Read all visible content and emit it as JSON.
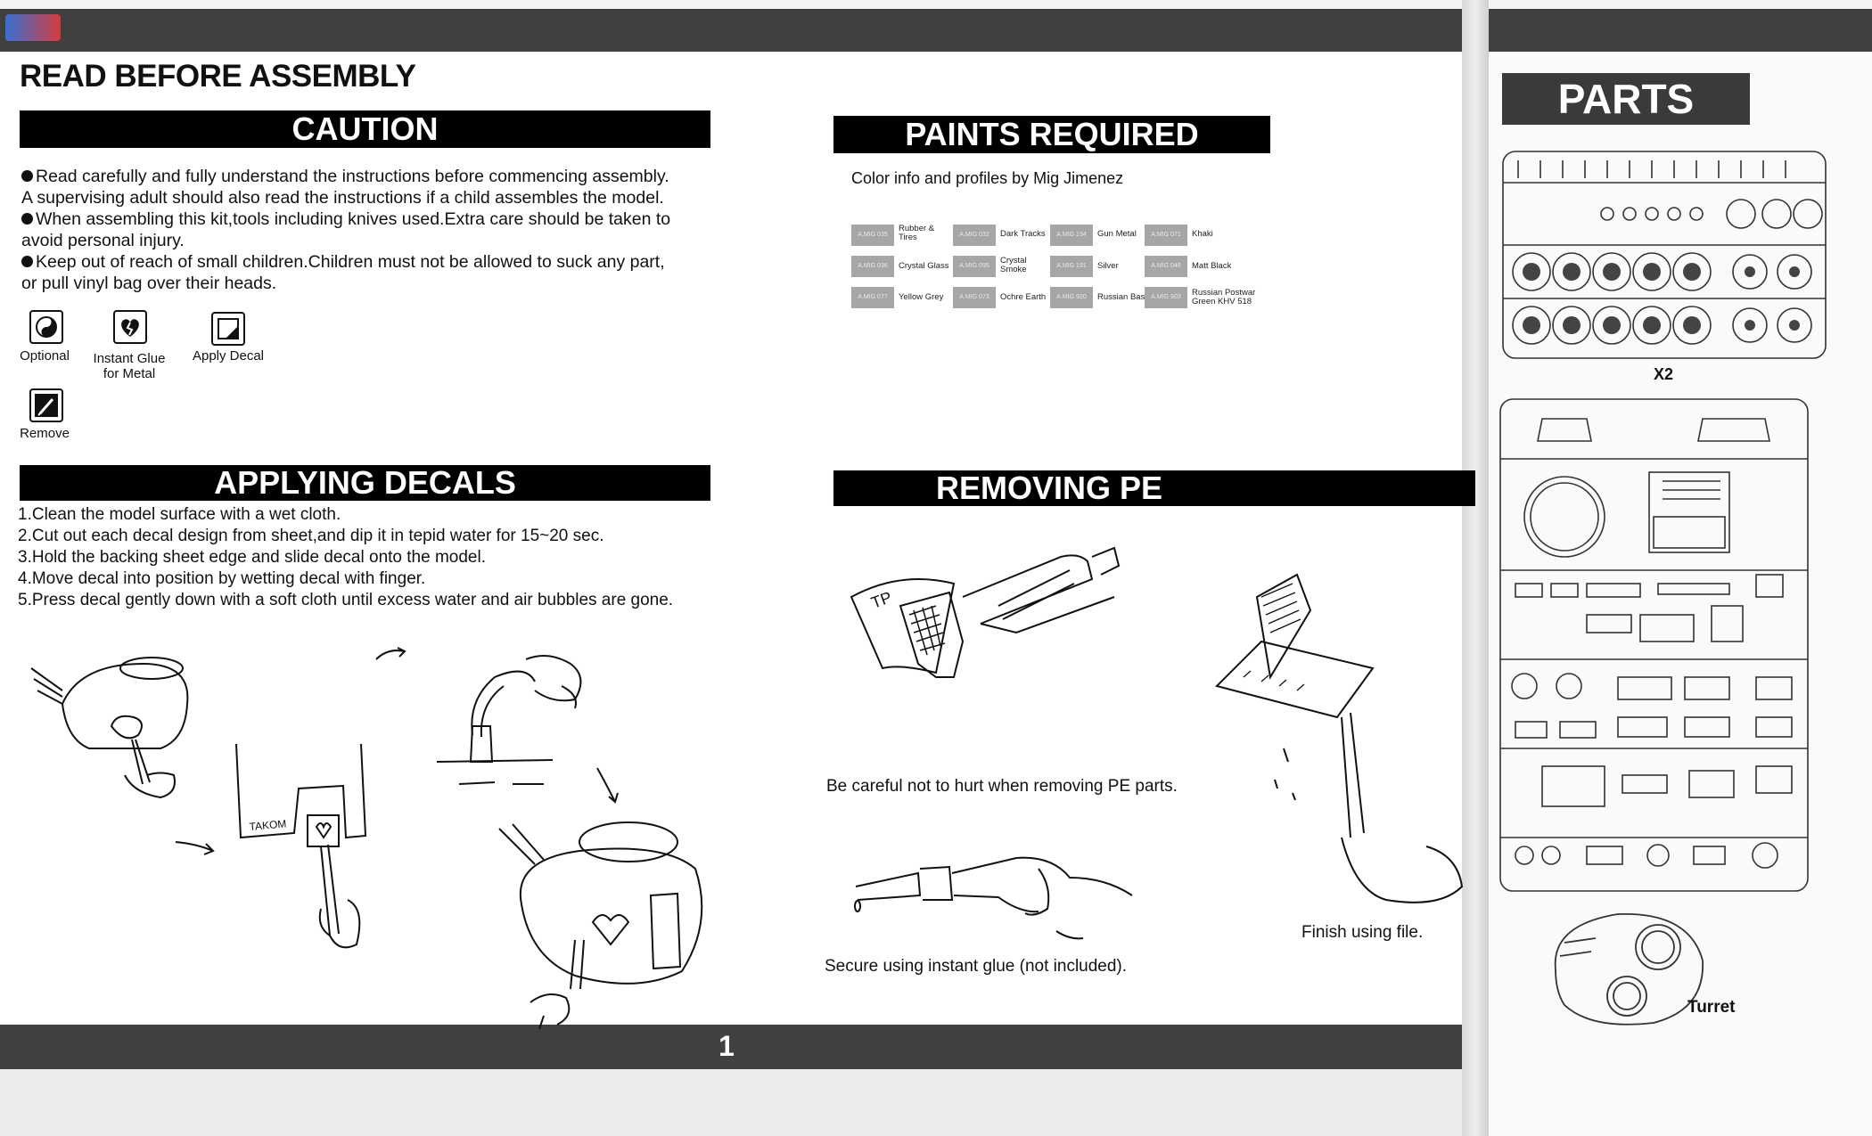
{
  "heading": "READ BEFORE ASSEMBLY",
  "caution": {
    "title": "CAUTION",
    "items": [
      "Read carefully and fully understand the instructions before commencing assembly.",
      "A supervising adult should also read the instructions if a child assembles the model.",
      "When assembling this kit,tools including knives used.Extra care should be taken to",
      "avoid personal injury.",
      "Keep out of reach of small children.Children must not be allowed to suck any part,",
      "or pull vinyl bag over their heads."
    ]
  },
  "symbols": {
    "optional": "Optional",
    "glue_line1": "Instant Glue",
    "glue_line2": "for Metal",
    "decal": "Apply Decal",
    "remove": "Remove"
  },
  "paints": {
    "title": "PAINTS REQUIRED",
    "subtitle": "Color info and profiles by Mig Jimenez",
    "colors": [
      {
        "code": "A.MIG 035",
        "name": "Rubber &\nTires"
      },
      {
        "code": "A.MIG 032",
        "name": "Dark Tracks"
      },
      {
        "code": "A.MIG 194",
        "name": "Gun Metal"
      },
      {
        "code": "A.MIG 071",
        "name": "Khaki"
      },
      {
        "code": "A.MIG 036",
        "name": "Crystal Glass"
      },
      {
        "code": "A.MIG 095",
        "name": "Crystal\nSmoke"
      },
      {
        "code": "A.MIG 191",
        "name": "Silver"
      },
      {
        "code": "A.MIG 046",
        "name": "Matt Black"
      },
      {
        "code": "A.MIG 077",
        "name": "Yellow Grey"
      },
      {
        "code": "A.MIG 073",
        "name": "Ochre Earth"
      },
      {
        "code": "A.MIG 920",
        "name": "Russian Base"
      },
      {
        "code": "A.MIG 903",
        "name": "Russian Postwar\nGreen KHV 518"
      }
    ]
  },
  "decals": {
    "title": "APPLYING DECALS",
    "steps": [
      "1.Clean the model surface with a wet cloth.",
      "2.Cut out each decal design from sheet,and dip it in tepid water for 15~20 sec.",
      "3.Hold the backing sheet edge and slide decal onto the model.",
      "4.Move decal into position by wetting decal with finger.",
      "5.Press decal gently down with a soft cloth until excess water and air bubbles are gone."
    ],
    "sheet_label": "TAKOM"
  },
  "pe": {
    "title": "REMOVING PE",
    "tool_label": "TP",
    "caution": "Be careful not to hurt when removing PE parts.",
    "glue": "Secure using instant glue (not included).",
    "file": "Finish using file."
  },
  "page_number": "1",
  "parts": {
    "title": "PARTS",
    "x2": "X2",
    "turret": "Turret"
  }
}
